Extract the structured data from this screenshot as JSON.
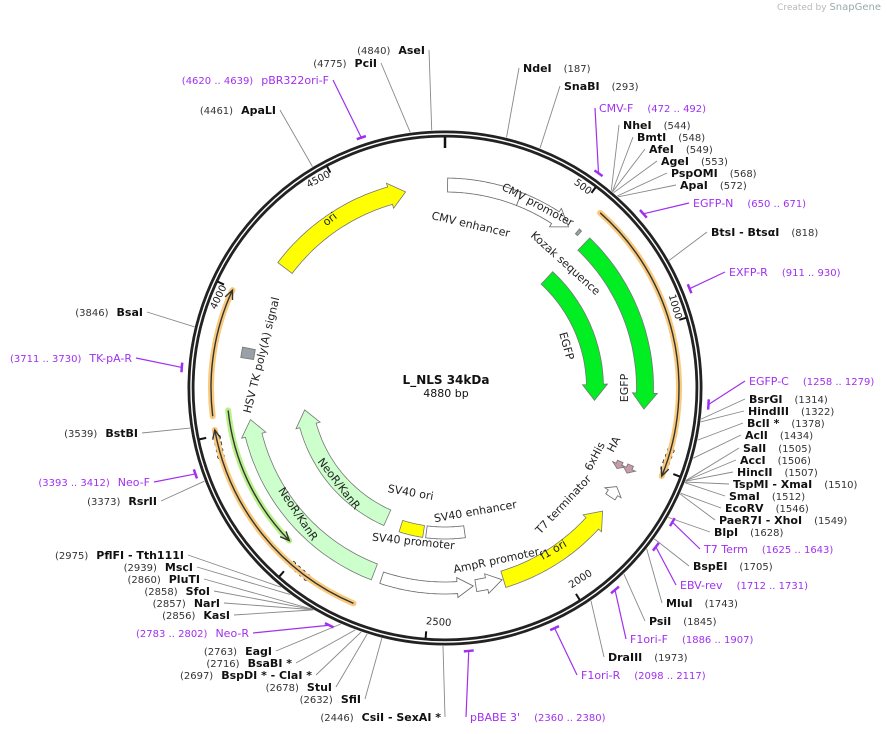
{
  "watermark": {
    "prefix": "Created by",
    "brand": "SnapGene"
  },
  "plasmid": {
    "name": "L_NLS 34kDa",
    "length_label": "4880 bp",
    "length": 4880
  },
  "ticks": [
    500,
    1000,
    1500,
    2000,
    2500,
    3000,
    3500,
    4000,
    4500
  ],
  "colors": {
    "backbone": "#222222",
    "primer": "#a030f0",
    "yellow": "#ffff00",
    "green": "#00ee22",
    "light_green": "#ccffcc",
    "orf_orange": "#f9c97c",
    "orf_green": "#b8f08a",
    "tag": "#c99aaa",
    "polyA": "#9aa0a8"
  },
  "features": [
    {
      "name": "CMV enhancer",
      "start": 10,
      "end": 290,
      "direction": 0,
      "color": "#ffffff"
    },
    {
      "name": "CMV promoter",
      "start": 290,
      "end": 508,
      "direction": 1,
      "color": "#ffffff"
    },
    {
      "name": "Kozak sequence",
      "start": 545,
      "end": 556,
      "direction": 0,
      "color": "#9aa0a8"
    },
    {
      "name": "EGFP",
      "start": 596,
      "end": 1302,
      "direction": 1,
      "color": "#00ee22"
    },
    {
      "name": "EGFP",
      "start": 580,
      "end": 1284,
      "direction": 1,
      "color": "#00ee22"
    },
    {
      "name": "",
      "start": 563,
      "end": 1520,
      "direction": 1,
      "color": "#f9c97c"
    },
    {
      "name": "6xHis",
      "start": 1528,
      "end": 1560,
      "direction": 1,
      "color": "#c99aaa"
    },
    {
      "name": "HA",
      "start": 1526,
      "end": 1560,
      "direction": 1,
      "color": "#c99aaa"
    },
    {
      "name": "T7 terminator",
      "start": 1625,
      "end": 1672,
      "direction": -1,
      "color": "#ffffff"
    },
    {
      "name": "f1 ori",
      "start": 1735,
      "end": 2210,
      "direction": -1,
      "color": "#ffff00"
    },
    {
      "name": "AmpR promoter",
      "start": 2215,
      "end": 2320,
      "direction": -1,
      "color": "#ffffff"
    },
    {
      "name": "SV40 promoter",
      "start": 2330,
      "end": 2690,
      "direction": -1,
      "color": "#ffffff"
    },
    {
      "name": "SV40 enhancer",
      "start": 2335,
      "end": 2540,
      "direction": 0,
      "color": "#ffffff"
    },
    {
      "name": "SV40 ori",
      "start": 2555,
      "end": 2680,
      "direction": 0,
      "color": "#ffff00"
    },
    {
      "name": "NeoR/KanR",
      "start": 2765,
      "end": 3540,
      "direction": 1,
      "color": "#ccffcc"
    },
    {
      "name": "NeoR/KanR",
      "start": 2725,
      "end": 3535,
      "direction": 1,
      "color": "#ccffcc"
    },
    {
      "name": "",
      "start": 3058,
      "end": 3580,
      "direction": -1,
      "color": "#b8f08a"
    },
    {
      "name": "",
      "start": 2752,
      "end": 3520,
      "direction": 1,
      "color": "#f9c97c"
    },
    {
      "name": "",
      "start": 3566,
      "end": 3995,
      "direction": 1,
      "color": "#f9c97c"
    },
    {
      "name": "HSV TK poly(A) signal",
      "start": 3775,
      "end": 3815,
      "direction": 0,
      "color": "#9aa0a8"
    },
    {
      "name": "ori",
      "start": 4160,
      "end": 4726,
      "direction": 1,
      "color": "#ffff00"
    }
  ],
  "enzymes": [
    {
      "name": "NdeI",
      "position": 187
    },
    {
      "name": "SnaBI",
      "position": 293
    },
    {
      "name": "NheI",
      "position": 544
    },
    {
      "name": "BmtI",
      "position": 548
    },
    {
      "name": "AfeI",
      "position": 549
    },
    {
      "name": "AgeI",
      "position": 553
    },
    {
      "name": "PspOMI",
      "position": 568
    },
    {
      "name": "ApaI",
      "position": 572
    },
    {
      "name": "BtsI  - BtsαI",
      "position": 818
    },
    {
      "name": "BsrGI",
      "position": 1314
    },
    {
      "name": "HindIII",
      "position": 1322
    },
    {
      "name": "BclI *",
      "position": 1378
    },
    {
      "name": "AclI",
      "position": 1434
    },
    {
      "name": "SalI",
      "position": 1505
    },
    {
      "name": "AccI",
      "position": 1506
    },
    {
      "name": "HincII",
      "position": 1507
    },
    {
      "name": "TspMI  - XmaI",
      "position": 1510
    },
    {
      "name": "SmaI",
      "position": 1512
    },
    {
      "name": "EcoRV",
      "position": 1546
    },
    {
      "name": "PaeR7I  - XhoI",
      "position": 1549
    },
    {
      "name": "BlpI",
      "position": 1628
    },
    {
      "name": "BspEI",
      "position": 1705
    },
    {
      "name": "MluI",
      "position": 1743
    },
    {
      "name": "PsiI",
      "position": 1845
    },
    {
      "name": "DraIII",
      "position": 1973
    },
    {
      "name": "CsiI  - SexAI *",
      "position": 2446
    },
    {
      "name": "SfiI",
      "position": 2632
    },
    {
      "name": "StuI",
      "position": 2678
    },
    {
      "name": "BspDI *  - ClaI *",
      "position": 2697
    },
    {
      "name": "BsaBI *",
      "position": 2716
    },
    {
      "name": "EagI",
      "position": 2763
    },
    {
      "name": "KasI",
      "position": 2856
    },
    {
      "name": "NarI",
      "position": 2857
    },
    {
      "name": "SfoI",
      "position": 2858
    },
    {
      "name": "PluTI",
      "position": 2860
    },
    {
      "name": "MscI",
      "position": 2939
    },
    {
      "name": "PflFI  - Tth111I",
      "position": 2975
    },
    {
      "name": "RsrII",
      "position": 3373
    },
    {
      "name": "BstBI",
      "position": 3539
    },
    {
      "name": "BsaI",
      "position": 3846
    },
    {
      "name": "ApaLI",
      "position": 4461
    },
    {
      "name": "PciI",
      "position": 4775
    },
    {
      "name": "AseI",
      "position": 4840
    }
  ],
  "primers": [
    {
      "name": "CMV-F",
      "start": 472,
      "end": 492
    },
    {
      "name": "EGFP-N",
      "start": 650,
      "end": 671
    },
    {
      "name": "EXFP-R",
      "start": 911,
      "end": 930
    },
    {
      "name": "EGFP-C",
      "start": 1258,
      "end": 1279
    },
    {
      "name": "T7 Term",
      "start": 1625,
      "end": 1643
    },
    {
      "name": "EBV-rev",
      "start": 1712,
      "end": 1731
    },
    {
      "name": "F1ori-F",
      "start": 1886,
      "end": 1907
    },
    {
      "name": "F1ori-R",
      "start": 2098,
      "end": 2117
    },
    {
      "name": "pBABE 3'",
      "start": 2360,
      "end": 2380
    },
    {
      "name": "Neo-R",
      "start": 2783,
      "end": 2802
    },
    {
      "name": "Neo-F",
      "start": 3393,
      "end": 3412
    },
    {
      "name": "TK-pA-R",
      "start": 3711,
      "end": 3730
    },
    {
      "name": "pBR322ori-F",
      "start": 4620,
      "end": 4639
    }
  ]
}
